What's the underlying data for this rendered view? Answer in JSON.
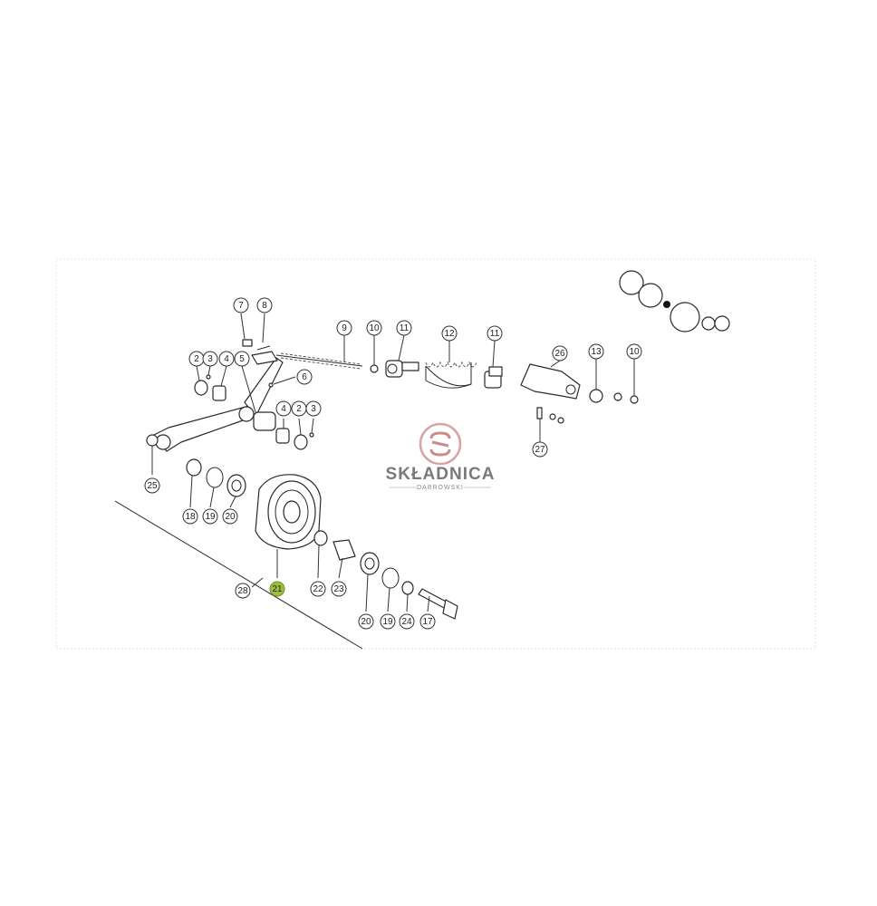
{
  "watermark": {
    "brand": "SKŁADNICA",
    "sub": "DĄBROWSKI"
  },
  "callouts": [
    {
      "id": "c7",
      "label": "7"
    },
    {
      "id": "c8",
      "label": "8"
    },
    {
      "id": "c9",
      "label": "9"
    },
    {
      "id": "c10a",
      "label": "10"
    },
    {
      "id": "c11a",
      "label": "11"
    },
    {
      "id": "c12",
      "label": "12"
    },
    {
      "id": "c11b",
      "label": "11"
    },
    {
      "id": "c26",
      "label": "26"
    },
    {
      "id": "c13",
      "label": "13"
    },
    {
      "id": "c10b",
      "label": "10"
    },
    {
      "id": "c2a",
      "label": "2"
    },
    {
      "id": "c3a",
      "label": "3"
    },
    {
      "id": "c4a",
      "label": "4"
    },
    {
      "id": "c5",
      "label": "5"
    },
    {
      "id": "c6",
      "label": "6"
    },
    {
      "id": "c4b",
      "label": "4"
    },
    {
      "id": "c2b",
      "label": "2"
    },
    {
      "id": "c3b",
      "label": "3"
    },
    {
      "id": "c27",
      "label": "27"
    },
    {
      "id": "c25",
      "label": "25"
    },
    {
      "id": "c18",
      "label": "18"
    },
    {
      "id": "c19a",
      "label": "19"
    },
    {
      "id": "c20a",
      "label": "20"
    },
    {
      "id": "c28",
      "label": "28"
    },
    {
      "id": "c21",
      "label": "21",
      "highlight": true
    },
    {
      "id": "c22",
      "label": "22"
    },
    {
      "id": "c23",
      "label": "23"
    },
    {
      "id": "c20b",
      "label": "20"
    },
    {
      "id": "c19b",
      "label": "19"
    },
    {
      "id": "c24",
      "label": "24"
    },
    {
      "id": "c17",
      "label": "17"
    }
  ],
  "colors": {
    "highlight": "#9bc13c",
    "line": "#2a2a2a",
    "logo_red": "#c98b8b"
  }
}
